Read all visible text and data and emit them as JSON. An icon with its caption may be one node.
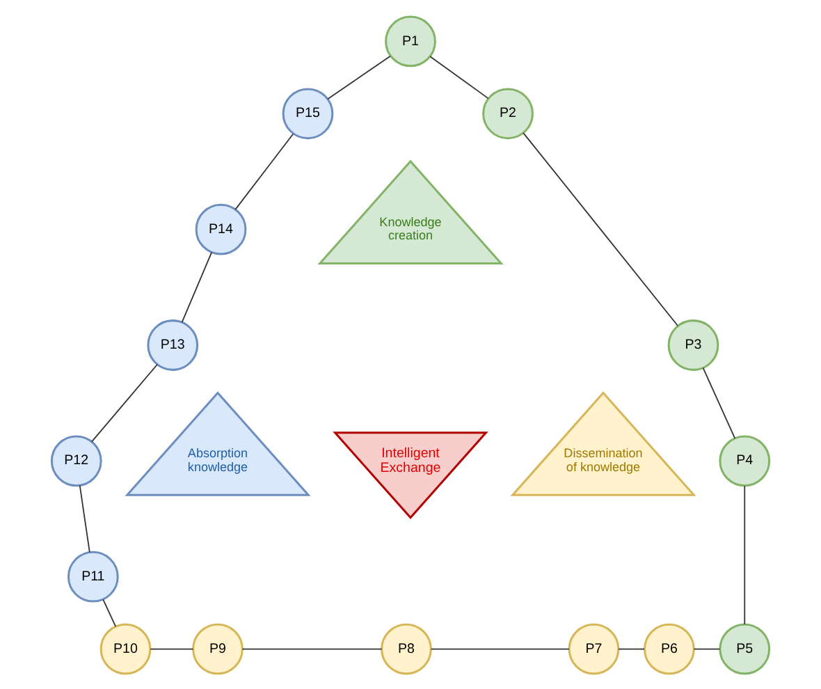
{
  "diagram": {
    "nodes": [
      {
        "text": [
          "P1"
        ]
      },
      {
        "text": [
          "P2"
        ]
      },
      {
        "text": [
          "P3"
        ]
      },
      {
        "text": [
          "P4"
        ]
      },
      {
        "text": [
          "P5"
        ]
      },
      {
        "text": [
          "P6"
        ]
      },
      {
        "text": [
          "P7"
        ]
      },
      {
        "text": [
          "P8"
        ]
      },
      {
        "text": [
          "P9"
        ]
      },
      {
        "text": [
          "P10"
        ]
      },
      {
        "text": [
          "P11"
        ]
      },
      {
        "text": [
          "P12"
        ]
      },
      {
        "text": [
          "P13"
        ]
      },
      {
        "text": [
          "P14"
        ]
      },
      {
        "text": [
          "P15"
        ]
      },
      {
        "text": [
          "Knowledge creation"
        ]
      },
      {
        "text": [
          "Intelligent Exchange"
        ]
      },
      {
        "text": [
          "Absorption knowledge"
        ]
      },
      {
        "text": [
          "Dissemination of knowledge"
        ]
      }
    ],
    "edges": [
      {
        "from": 0,
        "to": 1,
        "arrow": "none"
      },
      {
        "from": 1,
        "to": 2,
        "arrow": "none"
      },
      {
        "from": 2,
        "to": 3,
        "arrow": "none"
      },
      {
        "from": 3,
        "to": 4,
        "arrow": "none"
      },
      {
        "from": 5,
        "to": 4,
        "arrow": "none"
      },
      {
        "from": 6,
        "to": 5,
        "arrow": "none"
      },
      {
        "from": 7,
        "to": 6,
        "arrow": "none"
      },
      {
        "from": 8,
        "to": 7,
        "arrow": "none"
      },
      {
        "from": 9,
        "to": 8,
        "arrow": "none"
      },
      {
        "from": 10,
        "to": 9,
        "arrow": "none"
      },
      {
        "from": 11,
        "to": 10,
        "arrow": "none"
      },
      {
        "from": 12,
        "to": 11,
        "arrow": "none"
      },
      {
        "from": 13,
        "to": 12,
        "arrow": "none"
      },
      {
        "from": 14,
        "to": 13,
        "arrow": "none"
      },
      {
        "from": 0,
        "to": 14,
        "arrow": "none"
      }
    ]
  }
}
